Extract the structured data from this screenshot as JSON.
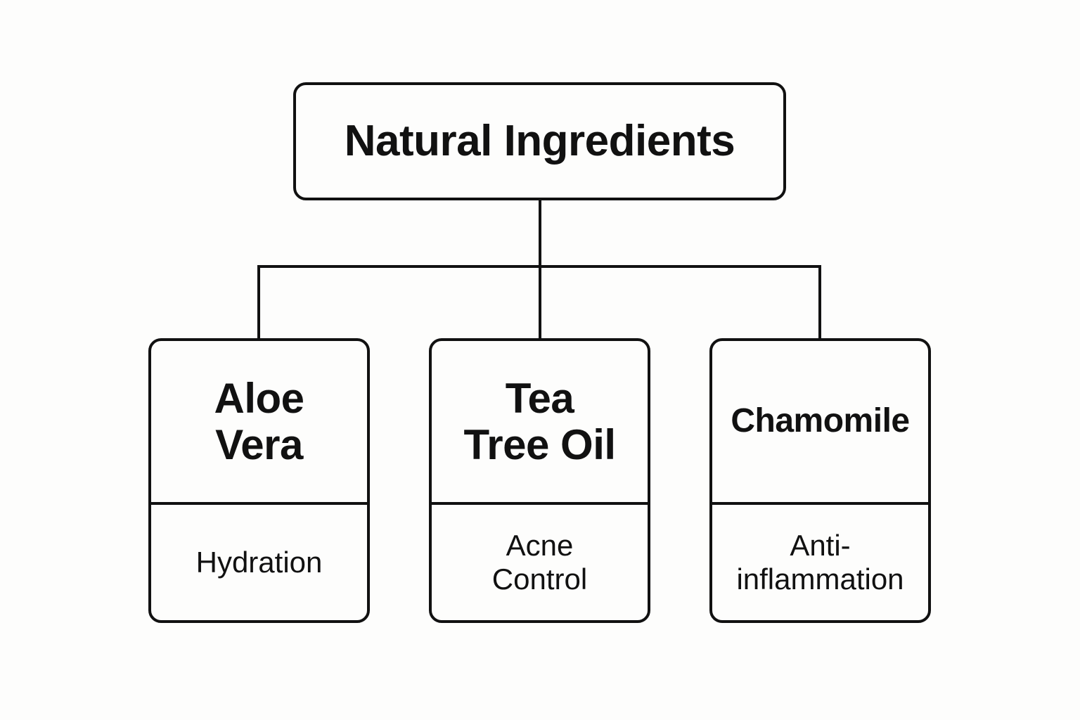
{
  "diagram": {
    "root": {
      "label": "Natural Ingredients"
    },
    "children": [
      {
        "name_lines": [
          "Aloe",
          "Vera"
        ],
        "benefit_lines": [
          "Hydration"
        ]
      },
      {
        "name_lines": [
          "Tea",
          "Tree Oil"
        ],
        "benefit_lines": [
          "Acne",
          "Control"
        ]
      },
      {
        "name_lines": [
          "Chamomile"
        ],
        "benefit_lines": [
          "Anti-",
          "inflammation"
        ]
      }
    ]
  },
  "colors": {
    "background": "#fdfdfc",
    "stroke": "#111111"
  }
}
